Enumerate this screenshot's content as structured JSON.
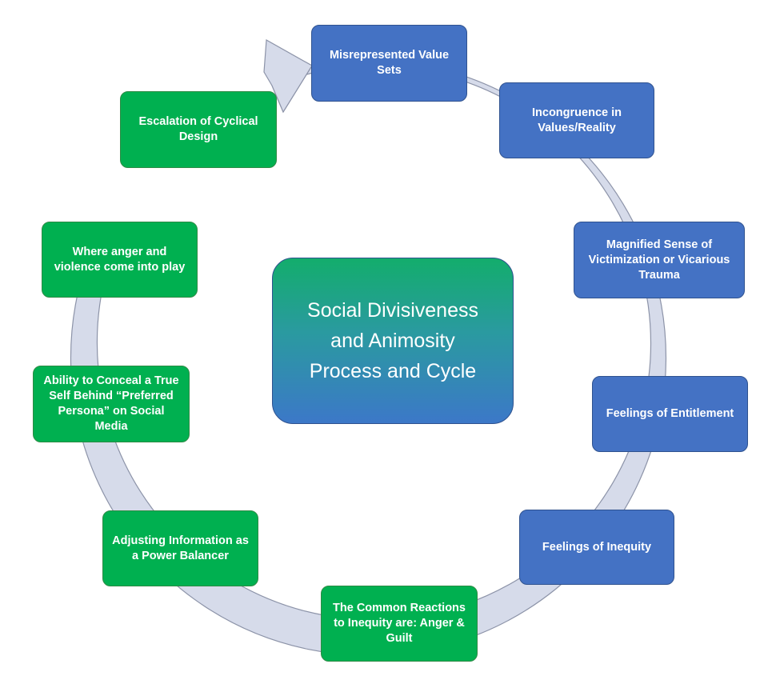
{
  "title": "Social Divisiveness and Animosity Process and Cycle",
  "colors": {
    "blue_node": "#4472c4",
    "green_node": "#00b050",
    "ring": "#d6dbea",
    "ring_outline": "#8c93a8"
  },
  "nodes": [
    {
      "id": "misrepresented-value-sets",
      "label": "Misrepresented Value Sets",
      "color": "blue"
    },
    {
      "id": "incongruence-in-values",
      "label": "Incongruence in Values/Reality",
      "color": "blue"
    },
    {
      "id": "magnified-sense-of-victimization",
      "label": "Magnified Sense of Victimization or Vicarious Trauma",
      "color": "blue"
    },
    {
      "id": "feelings-of-entitlement",
      "label": "Feelings of Entitlement",
      "color": "blue"
    },
    {
      "id": "feelings-of-inequity",
      "label": "Feelings of Inequity",
      "color": "blue"
    },
    {
      "id": "common-reactions",
      "label": "The Common Reactions to Inequity are:  Anger & Guilt",
      "color": "green"
    },
    {
      "id": "adjusting-information",
      "label": "Adjusting Information as a Power Balancer",
      "color": "green"
    },
    {
      "id": "conceal-true-self",
      "label": "Ability to Conceal a True Self Behind “Preferred Persona” on Social Media",
      "color": "green"
    },
    {
      "id": "anger-and-violence",
      "label": "Where anger and violence come into play",
      "color": "green"
    },
    {
      "id": "escalation-of-cyclical-design",
      "label": "Escalation of Cyclical Design",
      "color": "green"
    }
  ]
}
